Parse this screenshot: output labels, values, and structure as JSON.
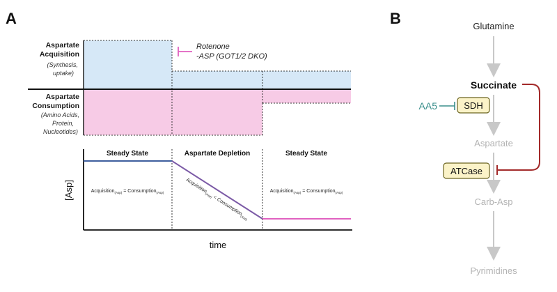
{
  "panelA": {
    "letter": "A",
    "acquisition": {
      "title_line1": "Aspartate",
      "title_line2": "Acquisition",
      "sub_line1": "(Synthesis,",
      "sub_line2": "uptake)"
    },
    "consumption": {
      "title_line1": "Aspartate",
      "title_line2": "Consumption",
      "sub_line1": "(Amino Acids,",
      "sub_line2": "Protein,",
      "sub_line3": "Nucleotides)"
    },
    "legend": {
      "line1": "Rotenone",
      "line2": "-ASP (GOT1/2 DKO)"
    },
    "phases": [
      "Steady State",
      "Aspartate Depletion",
      "Steady State"
    ],
    "equations": {
      "left": {
        "a": "Acquisition",
        "a_sub": "(Asp)",
        "op": " = ",
        "b": "Consumption",
        "b_sub": "(Asp)"
      },
      "middle": {
        "a": "Acquisition",
        "a_sub": "(Asp)",
        "op": " < ",
        "b": "Consumption",
        "b_sub": "(Asp)"
      },
      "right": {
        "a": "Acquisition",
        "a_sub": "(Asp)",
        "op": " = ",
        "b": "Consumption",
        "b_sub": "(Asp)"
      }
    },
    "ylabel": "[Asp]",
    "xlabel": "time",
    "colors": {
      "acquisition_fill": "#d6e8f7",
      "consumption_fill": "#f7cbe6",
      "line_blue": "#3f5f9e",
      "line_purple": "#7b5aa6",
      "line_pink": "#e060c0",
      "inhibitor": "#e060c0"
    }
  },
  "panelB": {
    "letter": "B",
    "nodes": {
      "glutamine": "Glutamine",
      "succinate": "Succinate",
      "aspartate": "Aspartate",
      "carbasp": "Carb-Asp",
      "pyrimidines": "Pyrimidines"
    },
    "enzymes": {
      "sdh": "SDH",
      "atcase": "ATCase"
    },
    "inhibitor": "AA5",
    "colors": {
      "box_fill": "#fbf3c8",
      "box_stroke": "#6b6420",
      "feedback": "#a32a2a",
      "inhibitor": "#3a8f8c",
      "arrow": "#c8c8c8"
    }
  }
}
